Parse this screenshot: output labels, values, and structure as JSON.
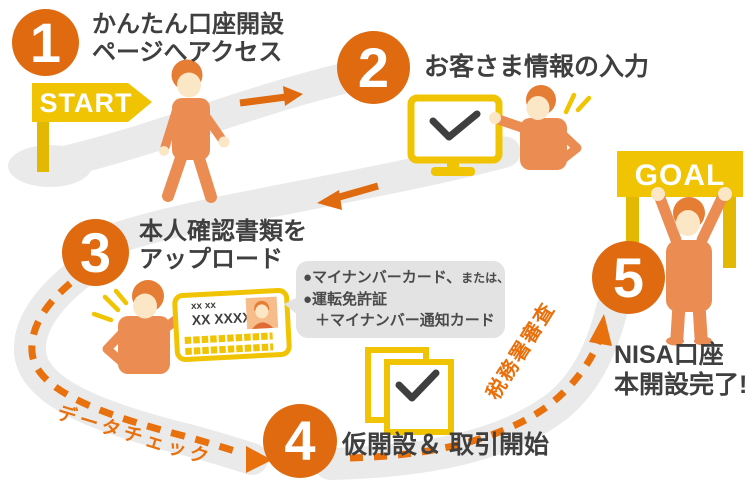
{
  "steps": [
    {
      "number": "1",
      "lines": [
        "かんたん口座開設",
        "ページへアクセス"
      ]
    },
    {
      "number": "2",
      "lines": [
        "お客さま情報の入力"
      ]
    },
    {
      "number": "3",
      "lines": [
        "本人確認書類を",
        "アップロード"
      ]
    },
    {
      "number": "4",
      "lines": [
        "仮開設＆ 取引開始"
      ]
    },
    {
      "number": "5",
      "lines": [
        "NISA口座",
        "本開設完了!"
      ]
    }
  ],
  "signs": {
    "start": "START",
    "goal": "GOAL"
  },
  "path_labels": {
    "data_check": "データチェック",
    "tax_office_review": "税務署審査"
  },
  "speech_bubble": {
    "line1": "●マイナンバーカード、",
    "line1_suffix": "または、",
    "line2": "●運転免許証",
    "line3": "＋マイナンバー通知カード"
  },
  "id_card": {
    "line1": "xx xx",
    "line2": "XX XXXX"
  },
  "colors": {
    "step_circle_orange": "#DF6A10",
    "arrow_dash_orange": "#E8700D",
    "person_body_orange": "#EB8C53",
    "person_hair_orange": "#E57D35",
    "skin": "#FBE7C5",
    "sign_yellow": "#F0C402",
    "post_yellow": "#E3B802",
    "path_gray": "#EAEAEA",
    "bubble_gray": "#E3E3E3",
    "text_dark": "#3F3F3F"
  }
}
